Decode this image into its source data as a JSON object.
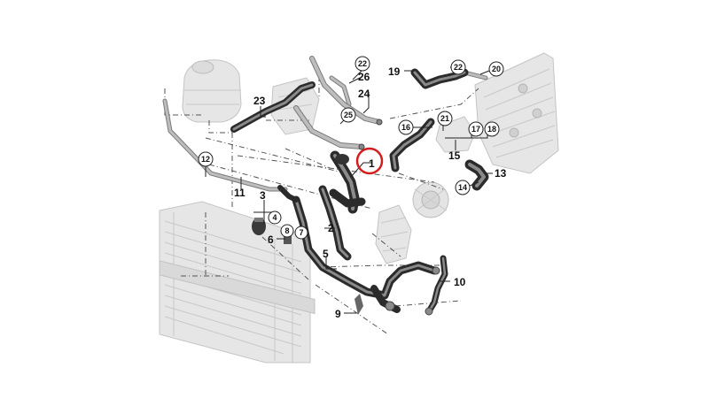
{
  "labels": {
    "p1": "1",
    "p2": "2",
    "p3": "3",
    "p4": "4",
    "p5": "5",
    "p6": "6",
    "p7": "7",
    "p8": "8",
    "p9": "9",
    "p10": "10",
    "p11": "11",
    "p12": "12",
    "p13": "13",
    "p14": "14",
    "p15": "15",
    "p16": "16",
    "p17": "17",
    "p18": "18",
    "p19": "19",
    "p20": "20",
    "p21": "21",
    "p22a": "22",
    "p22b": "22",
    "p23": "23",
    "p24": "24",
    "p25": "25",
    "p26": "26"
  },
  "colors": {
    "highlight_ring": "#d41e1e",
    "hose": "#2b2b2b",
    "ghost_part": "#e6e6e6"
  }
}
